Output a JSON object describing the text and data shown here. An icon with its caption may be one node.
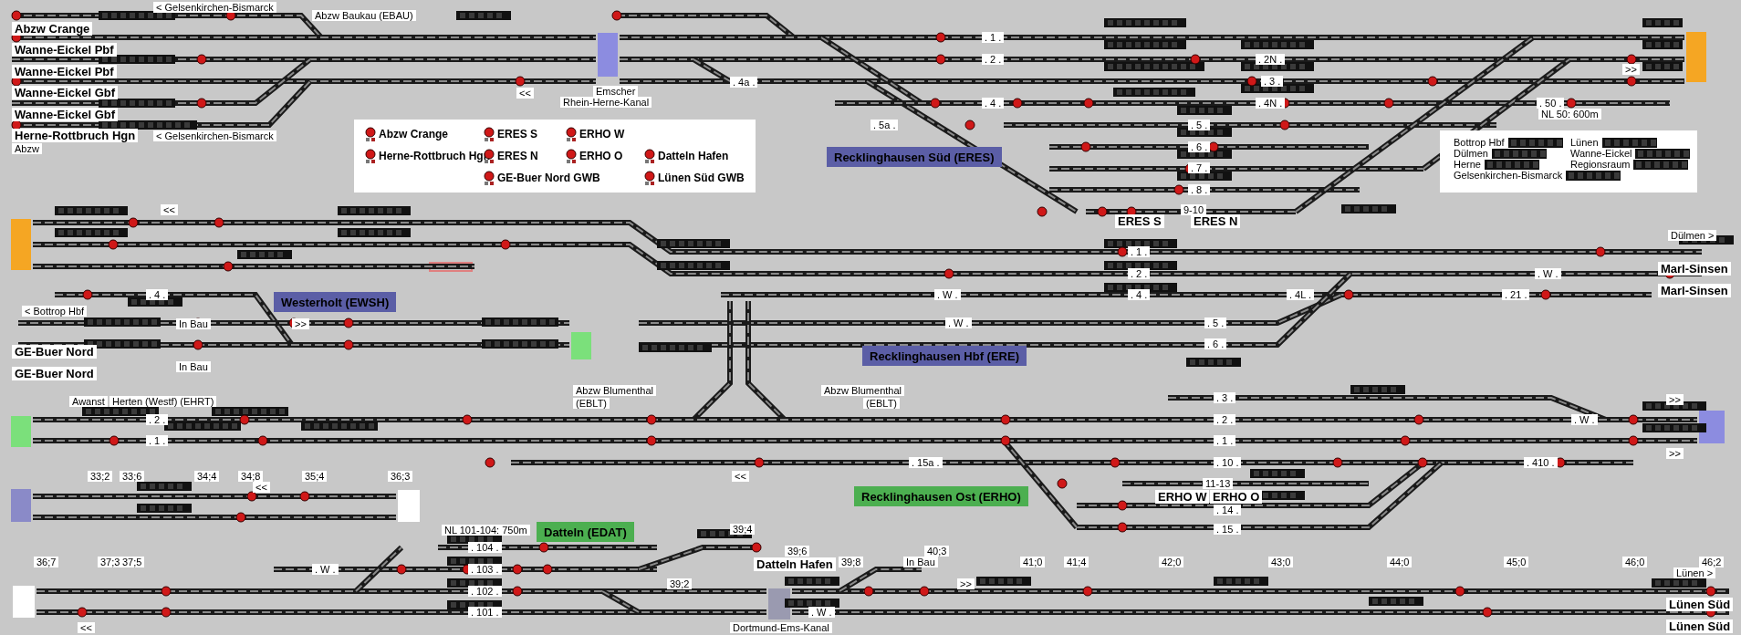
{
  "diagram": {
    "nodes": [
      {
        "text": [
          "Recklinghausen Süd (ERES)"
        ]
      },
      {
        "text": [
          "Westerholt (EWSH)"
        ]
      },
      {
        "text": [
          "Recklinghausen Hbf (ERE)"
        ]
      },
      {
        "text": [
          "Recklinghausen Ost (ERHO)"
        ]
      },
      {
        "text": [
          "Datteln (EDAT)"
        ]
      }
    ],
    "labels": [
      "< Gelsenkirchen-Bismarck",
      "Abzw Crange",
      "Abzw Baukau (EBAU)",
      "Wanne-Eickel Pbf",
      "Wanne-Eickel Pbf",
      "Wanne-Eickel Gbf",
      "Wanne-Eickel Gbf",
      "Herne-Rottbruch Hgn",
      "Abzw",
      "< Gelsenkirchen-Bismarck",
      "<<",
      "Emscher",
      "Rhein-Herne-Kanal",
      ". 4a .",
      ". 1 .",
      ". 2 .",
      ". 4 .",
      ". 5a .",
      ". 2N .",
      ". 3 .",
      ". 4N .",
      ". 50 .",
      ">>",
      "NL 50: 600m",
      ". 5 .",
      ". 6 .",
      ". 7 .",
      ". 8 .",
      "ERES S",
      "9-10",
      "ERES N",
      "<<",
      "Dülmen >",
      ". 1 .",
      ". 2 .",
      "Marl-Sinsen",
      ". 4 .",
      ". W .",
      ". 4 .",
      ". 4L .",
      ". 21 .",
      ". W .",
      "Marl-Sinsen",
      "< Bottrop Hbf",
      "In Bau",
      ">>",
      ". W .",
      ". 5 .",
      "GE-Buer Nord",
      ". 6 .",
      "GE-Buer Nord",
      "In Bau",
      "Abzw Blumenthal",
      "Abzw Blumenthal",
      "Awanst",
      "Herten (Westf) (EHRT)",
      "(EBLT)",
      "(EBLT)",
      ". 3 .",
      ">>",
      ". 2 .",
      ". 2 .",
      ". W .",
      ". 1 .",
      ". 1 .",
      ">>",
      ". 15a .",
      ". 10 .",
      ". 410 .",
      "33;2",
      "33;6",
      "34;4",
      "34;8",
      "35;4",
      "36;3",
      "<<",
      "<<",
      "11-13",
      "ERHO W",
      "ERHO O",
      ". 14 .",
      "NL 101-104: 750m",
      "39;4",
      ". 15 .",
      ". 104 .",
      "39;6",
      "40;3",
      "36;7",
      "37;3",
      "37;5",
      "Datteln Hafen",
      "39;8",
      "In Bau",
      "41;0",
      "41;4",
      "42;0",
      "43;0",
      "44;0",
      "45;0",
      "46;0",
      "46;2",
      ". W .",
      ". 103 .",
      "Lünen >",
      "39;2",
      ">>",
      ". 102 .",
      "Lünen Süd",
      ". 101 .",
      ". W .",
      "<<",
      "Dortmund-Ems-Kanal",
      "Lünen Süd"
    ],
    "legend": [
      {
        "text": "Abzw Crange"
      },
      {
        "text": "ERES S"
      },
      {
        "text": "ERHO W"
      },
      {
        "text": "Herne-Rottbruch Hgn"
      },
      {
        "text": "ERES N"
      },
      {
        "text": "ERHO O"
      },
      {
        "text": "Datteln Hafen"
      },
      {
        "text": "GE-Buer Nord GWB"
      },
      {
        "text": "Lünen Süd GWB"
      },
      {
        "text": "Bottrop Hbf"
      },
      {
        "text": "Lünen"
      },
      {
        "text": "Dülmen"
      },
      {
        "text": "Wanne-Eickel"
      },
      {
        "text": "Herne"
      },
      {
        "text": "Regionsraum"
      },
      {
        "text": "Gelsenkirchen-Bismarck"
      }
    ]
  }
}
